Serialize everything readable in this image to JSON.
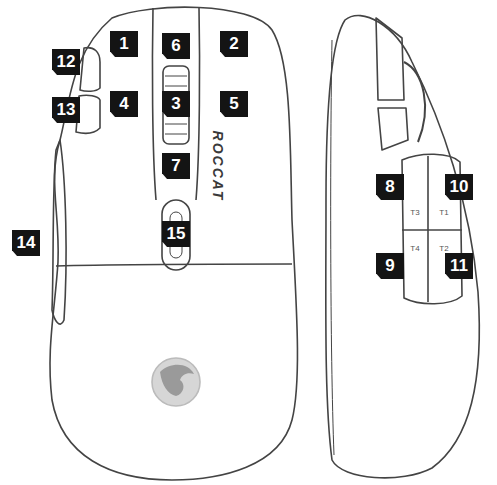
{
  "diagram": {
    "labels": [
      "1",
      "6",
      "2",
      "12",
      "13",
      "4",
      "3",
      "5",
      "7",
      "ROCCAT",
      "15",
      "14",
      "8",
      "10",
      "T3",
      "T1",
      "9",
      "11",
      "T4",
      "T2"
    ]
  }
}
